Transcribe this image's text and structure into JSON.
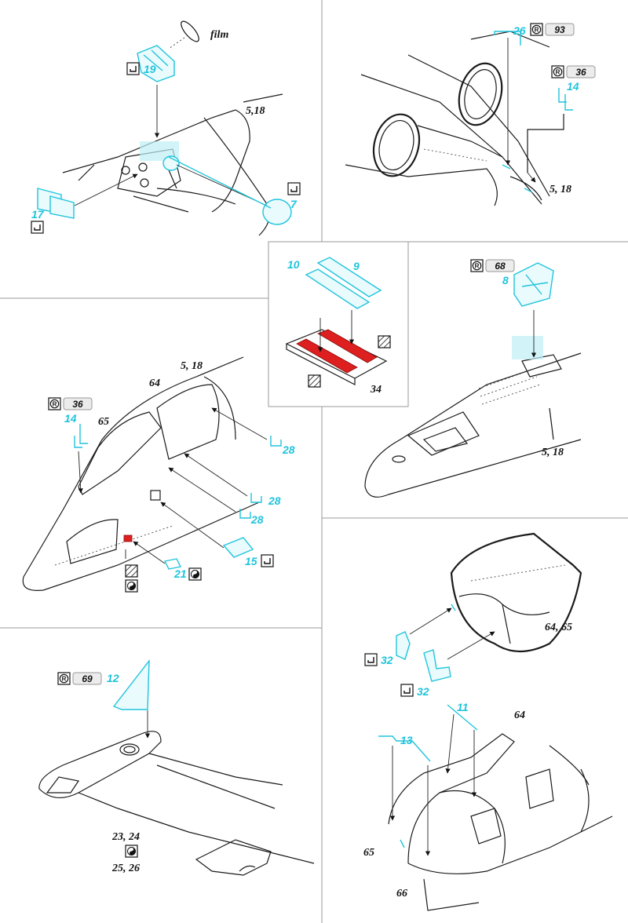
{
  "panels": {
    "p1": {
      "label_film": "film",
      "label_ref": "5,18",
      "parts": [
        "19",
        "17",
        "7"
      ]
    },
    "p2": {
      "label_ref": "5, 18",
      "parts": [
        "26",
        "14"
      ],
      "tags": [
        "93",
        "36"
      ]
    },
    "p3": {
      "parts": [
        "10",
        "9"
      ],
      "label_ref": "34"
    },
    "p4": {
      "label_ref": "5, 18",
      "parts": [
        "8"
      ],
      "tags": [
        "68"
      ]
    },
    "p5": {
      "label_ref": "5, 18",
      "label_a": "64",
      "label_b": "65",
      "parts": [
        "14",
        "28",
        "28",
        "28",
        "15",
        "21"
      ],
      "tags": [
        "36"
      ]
    },
    "p6": {
      "label_ref": "64, 65",
      "parts": [
        "32",
        "32",
        "11",
        "13"
      ],
      "labels": [
        "64",
        "65",
        "66"
      ]
    },
    "p7": {
      "parts": [
        "12"
      ],
      "tags": [
        "69"
      ],
      "label_ref_top": "23, 24",
      "label_ref_bottom": "25, 26"
    }
  },
  "colors": {
    "photoetch": "#20c4dc",
    "paint_red": "#dd1f1f",
    "frame": "#9a9a9a"
  },
  "icons": [
    "check-icon",
    "resin-r-icon",
    "yin-yang-icon",
    "hatched-square-icon"
  ]
}
